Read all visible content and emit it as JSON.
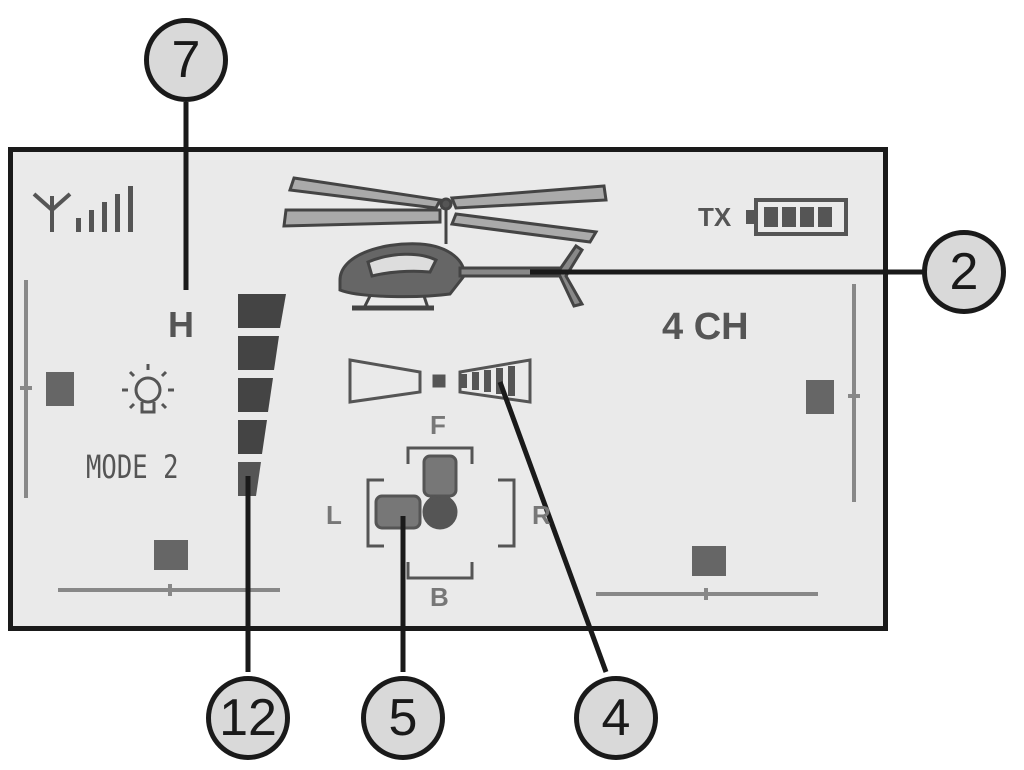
{
  "screen": {
    "flight_mode_letter": "H",
    "mode_label": "MODE 2",
    "channel_label": "4 CH",
    "tx_label": "TX",
    "direction_front": "F",
    "direction_back": "B",
    "direction_left": "L",
    "direction_right": "R",
    "signal_bars": 4,
    "battery_level": 4,
    "throttle_segments_lit": 5
  },
  "callouts": [
    "7",
    "2",
    "12",
    "5",
    "4"
  ],
  "icons": [
    "antenna-icon",
    "signal-bars-icon",
    "battery-icon",
    "helicopter-icon",
    "lightbulb-icon",
    "gyro-indicator-icon",
    "direction-pad-icon"
  ],
  "colors": {
    "lcd_background": "#eaeaea",
    "frame": "#1a1a1a",
    "lcd_dark": "#555555",
    "lcd_mid": "#7a7a7a",
    "callout_fill": "#d9d9d9"
  }
}
